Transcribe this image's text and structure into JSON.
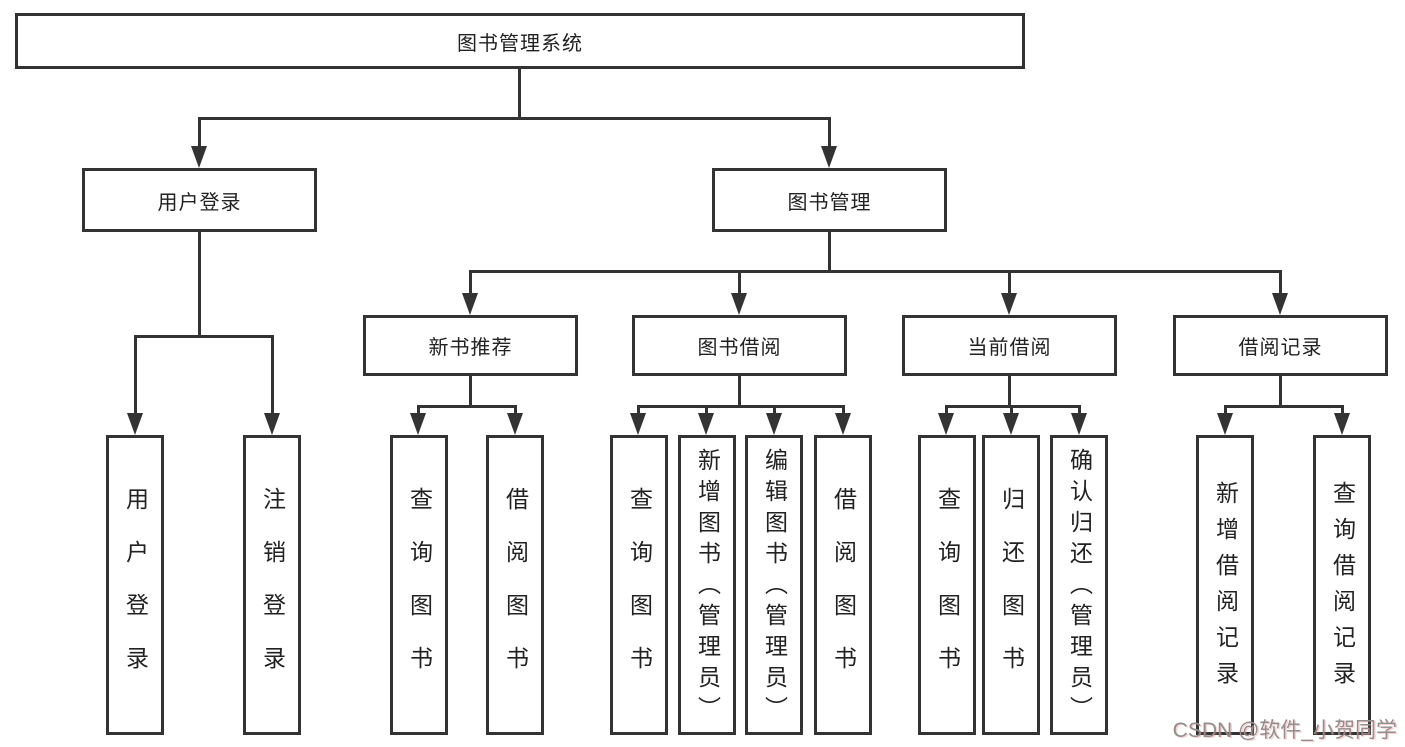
{
  "diagram": {
    "root": "图书管理系统",
    "branches": {
      "user_login": "用户登录",
      "book_management": "图书管理"
    },
    "categories": {
      "new_book": "新书推荐",
      "book_borrow": "图书借阅",
      "current_borrow": "当前借阅",
      "borrow_records": "借阅记录"
    },
    "leaves": {
      "login": [
        "用户登录",
        "注销登录"
      ],
      "new_book": [
        "查询图书",
        "借阅图书"
      ],
      "book_borrow": [
        "查询图书",
        "新增图书（管理员）",
        "编辑图书（管理员）",
        "借阅图书"
      ],
      "current_borrow": [
        "查询图书",
        "归还图书",
        "确认归还（管理员）"
      ],
      "borrow_records": [
        "新增借阅记录",
        "查询借阅记录"
      ]
    }
  },
  "watermark": "CSDN @软件_小贺同学",
  "colors": {
    "line": "#333333",
    "text": "#222222",
    "watermark": "#8f8f8f",
    "background": "#ffffff"
  }
}
